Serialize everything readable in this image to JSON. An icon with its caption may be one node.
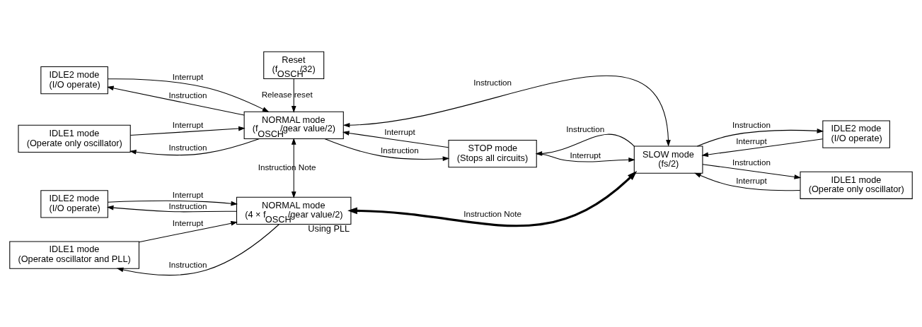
{
  "diagram": {
    "nodes": [
      {
        "text": [
          "Reset",
          "(f$_{OSCH}$/32)"
        ]
      },
      {
        "text": [
          "IDLE2 mode",
          "(I/O operate)"
        ]
      },
      {
        "text": [
          "NORMAL mode",
          "(f$_{OSCH}$/gear value/2)"
        ]
      },
      {
        "text": [
          "IDLE1 mode",
          "(Operate only oscillator)"
        ]
      },
      {
        "text": [
          "STOP mode",
          "(Stops all circuits)"
        ]
      },
      {
        "text": [
          "IDLE2 mode",
          "(I/O operate)"
        ]
      },
      {
        "text": [
          "NORMAL mode",
          "(4 × f$_{OSCH}$/gear value/2)"
        ],
        "beside": [
          "Using PLL"
        ]
      },
      {
        "text": [
          "SLOW mode",
          "(fs/2)"
        ]
      },
      {
        "text": [
          "IDLE2 mode",
          "(I/O operate)"
        ]
      },
      {
        "text": [
          "IDLE1 mode",
          "(Operate oscillator and PLL)"
        ]
      },
      {
        "text": [
          "IDLE1 mode",
          "(Operate only oscillator)"
        ]
      }
    ],
    "edges": [
      {
        "from": 0,
        "to": 2,
        "arrow": "to",
        "label": "Release reset"
      },
      {
        "from": 2,
        "to": 1,
        "arrow": "to",
        "label": "Instruction"
      },
      {
        "from": 1,
        "to": 2,
        "arrow": "to",
        "label": "Interrupt"
      },
      {
        "from": 2,
        "to": 3,
        "arrow": "to",
        "label": "Instruction"
      },
      {
        "from": 3,
        "to": 2,
        "arrow": "to",
        "label": "Interrupt"
      },
      {
        "from": 2,
        "to": 4,
        "arrow": "to",
        "label": "Instruction"
      },
      {
        "from": 4,
        "to": 2,
        "arrow": "to",
        "label": "Interrupt"
      },
      {
        "from": 2,
        "to": 6,
        "arrow": "both",
        "label": "Instruction Note"
      },
      {
        "from": 2,
        "to": 7,
        "arrow": "both",
        "label": "Instruction"
      },
      {
        "from": 7,
        "to": 4,
        "arrow": "to",
        "label": "Instruction"
      },
      {
        "from": 4,
        "to": 7,
        "arrow": "to",
        "label": "Interrupt"
      },
      {
        "from": 6,
        "to": 7,
        "arrow": "both",
        "label": "Instruction Note",
        "style": "thick"
      },
      {
        "from": 6,
        "to": 5,
        "arrow": "to",
        "label": "Instruction"
      },
      {
        "from": 5,
        "to": 6,
        "arrow": "to",
        "label": "Interrupt"
      },
      {
        "from": 6,
        "to": 9,
        "arrow": "to",
        "label": "Instruction"
      },
      {
        "from": 9,
        "to": 6,
        "arrow": "to",
        "label": "Interrupt"
      },
      {
        "from": 7,
        "to": 8,
        "arrow": "to",
        "label": "Instruction"
      },
      {
        "from": 8,
        "to": 7,
        "arrow": "to",
        "label": "Interrupt"
      },
      {
        "from": 7,
        "to": 10,
        "arrow": "to",
        "label": "Instruction"
      },
      {
        "from": 10,
        "to": 7,
        "arrow": "to",
        "label": "Interrupt"
      }
    ]
  }
}
